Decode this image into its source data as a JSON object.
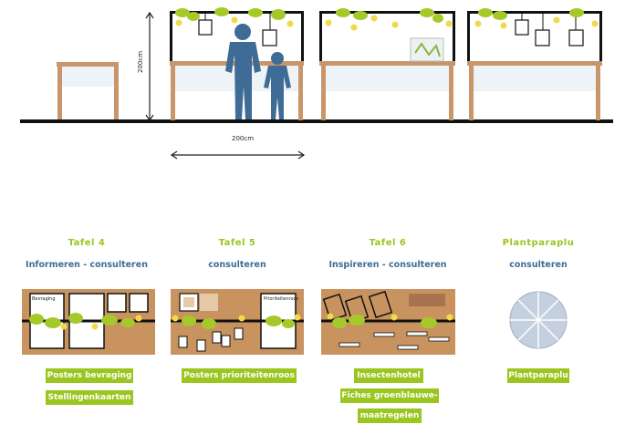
{
  "dimensions": {
    "height_label": "200cm",
    "width_label": "200cm"
  },
  "stations": [
    {
      "title": "Tafel 4",
      "subtitle": "Informeren - consulteren",
      "tags": [
        "Posters bevraging",
        "Stellingenkaarten"
      ],
      "poster_labels": [
        "Bevraging"
      ]
    },
    {
      "title": "Tafel 5",
      "subtitle": "consulteren",
      "tags": [
        "Posters prioriteitenroos"
      ],
      "poster_labels": [
        "Prioriteitenroos"
      ]
    },
    {
      "title": "Tafel 6",
      "subtitle": "Inspireren - consulteren",
      "tags": [
        "Insectenhotel",
        "Fiches groenblauwe-",
        "maatregelen"
      ]
    },
    {
      "title": "Plantparaplu",
      "subtitle": "consulteren",
      "tags": [
        "Plantparaplu"
      ]
    }
  ],
  "colors": {
    "accent_green": "#9ac61f",
    "subtitle_blue": "#3f6c96",
    "wood": "#c8966a",
    "board": "#c9935f",
    "person": "#3f6c96",
    "leaf": "#a6c92a",
    "flower": "#f2d94c",
    "umbrella": "#c5d0df"
  }
}
